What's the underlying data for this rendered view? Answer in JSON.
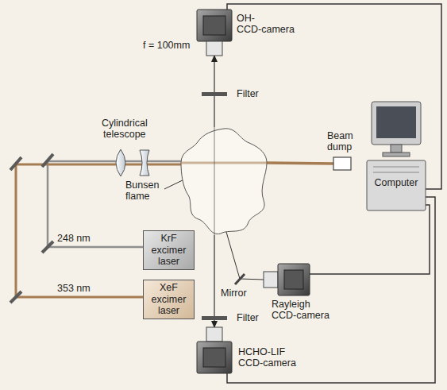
{
  "diagram": {
    "nodes": [
      {
        "text": [
          "OH- CCD-camera"
        ]
      },
      {
        "text": [
          "Bunsen flame"
        ]
      },
      {
        "text": [
          "Beam dump"
        ]
      },
      {
        "text": [
          "Computer"
        ]
      },
      {
        "text": [
          "Rayleigh CCD-camera"
        ]
      },
      {
        "text": [
          "KrF excimer laser"
        ]
      },
      {
        "text": [
          "XeF excimer laser"
        ]
      },
      {
        "text": [
          "HCHO-LIF CCD-camera"
        ]
      }
    ],
    "edges": [
      {
        "from": 1,
        "to": 0,
        "arrow": "to"
      },
      {
        "from": 1,
        "to": 7,
        "arrow": "to"
      },
      {
        "from": 5,
        "to": 1,
        "arrow": "none"
      },
      {
        "from": 6,
        "to": 1,
        "arrow": "none"
      },
      {
        "from": 1,
        "to": 2,
        "arrow": "none"
      },
      {
        "from": 0,
        "to": 3,
        "arrow": "none"
      },
      {
        "from": 4,
        "to": 3,
        "arrow": "none"
      },
      {
        "from": 7,
        "to": 3,
        "arrow": "none"
      }
    ],
    "labels": [
      "f = 100mm",
      "Filter",
      "Cylindrical telescope",
      "Mirror",
      "248 nm",
      "353 nm",
      "Filter"
    ]
  }
}
